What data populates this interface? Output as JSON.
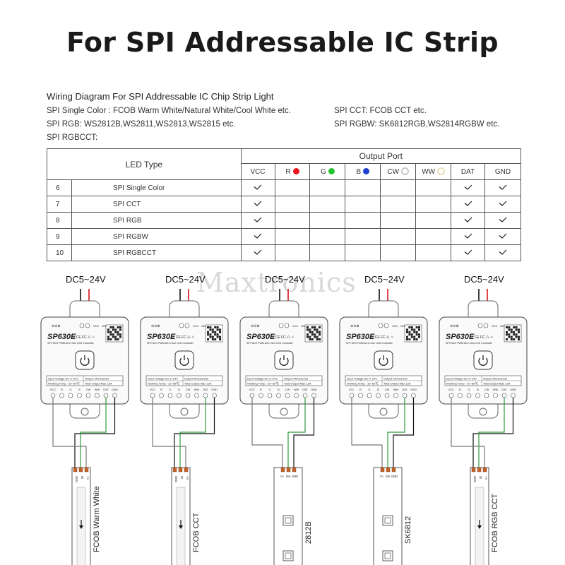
{
  "title": "For SPI Addressable IC Strip",
  "subtitle": "Wiring Diagram For SPI Addressable IC Chip Strip Light",
  "info": [
    "SPI Single Color : FCOB Warm White/Natural White/Cool White etc.",
    "SPI CCT:  FCOB CCT etc.",
    "SPI RGB:  WS2812B,WS2811,WS2813,WS2815 etc.",
    "SPI RGBW: SK6812RGB,WS2814RGBW etc.",
    "SPI RGBCCT:"
  ],
  "table": {
    "led_type_header": "LED Type",
    "output_port_header": "Output Port",
    "ports": [
      "VCC",
      "R",
      "G",
      "B",
      "CW",
      "WW",
      "DAT",
      "GND"
    ],
    "port_colors": {
      "R": "#e8131b",
      "G": "#22c32e",
      "B": "#1f3fcf",
      "CW": "#cccccc",
      "WW": "#efe6c8"
    },
    "rows": [
      {
        "num": "6",
        "name": "SPI Single Color"
      },
      {
        "num": "7",
        "name": "SPI CCT"
      },
      {
        "num": "8",
        "name": "SPI RGB"
      },
      {
        "num": "9",
        "name": "SPI RGBW"
      },
      {
        "num": "10",
        "name": "SPI RGBCCT"
      }
    ],
    "checked_ports": [
      "VCC",
      "DAT",
      "GND"
    ]
  },
  "watermark": "Maxtronics",
  "controller": {
    "model": "SP630E",
    "tagline": "SPI+5CH PWM All in One LED Controller",
    "terminal_labels": [
      "VCC",
      "GND"
    ],
    "spec_left_1": "Input Voltage DC 5~24V",
    "spec_right_1": "Output 4A/Channel",
    "spec_left_2": "Working Temp: -10~60℃",
    "spec_right_2": "Total Output Max 12A",
    "pins": [
      "VCC",
      "R",
      "G",
      "B",
      "CW",
      "WW",
      "DAT",
      "GND"
    ]
  },
  "supply_label": "DC5~24V",
  "strips": [
    {
      "label": "FCOB Warm White",
      "pads": [
        "GND",
        "DI",
        "+V"
      ]
    },
    {
      "label": "FCOB CCT",
      "pads": [
        "GND",
        "DI",
        "+V"
      ]
    },
    {
      "label": "2812B",
      "pads": [
        "V+",
        "Din",
        "GND"
      ]
    },
    {
      "label": "SK6812",
      "pads": [
        "V+",
        "Din",
        "GND"
      ]
    },
    {
      "label": "FCOB RGB CCT",
      "pads": [
        "GND",
        "DI",
        "+V"
      ]
    }
  ]
}
